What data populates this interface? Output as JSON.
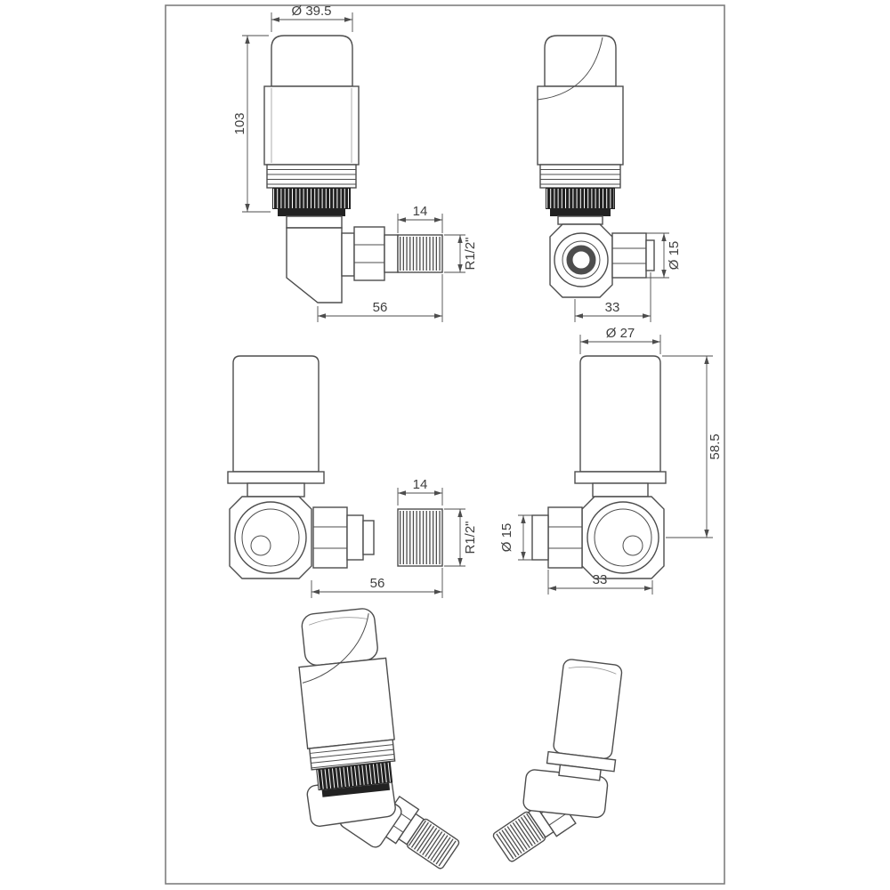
{
  "page": {
    "background": "#ffffff",
    "frame_color": "#7f7f7f",
    "line_color": "#4d4d4d",
    "text_color": "#3f3f3f"
  },
  "drawing": {
    "views": {
      "trv_front": {
        "dims": {
          "cap_diameter": "Ø 39.5",
          "head_height": "103",
          "thread_length": "14",
          "thread_spec": "R1/2\"",
          "body_length": "56"
        }
      },
      "trv_side": {
        "dims": {
          "body_depth": "33",
          "pipe_diameter": "Ø 15"
        }
      },
      "lockshield_front": {
        "dims": {
          "thread_length": "14",
          "thread_spec": "R1/2\"",
          "body_length": "56"
        }
      },
      "lockshield_side": {
        "dims": {
          "cap_diameter": "Ø 27",
          "height": "58.5",
          "pipe_diameter": "Ø 15",
          "body_depth": "33"
        }
      }
    }
  }
}
